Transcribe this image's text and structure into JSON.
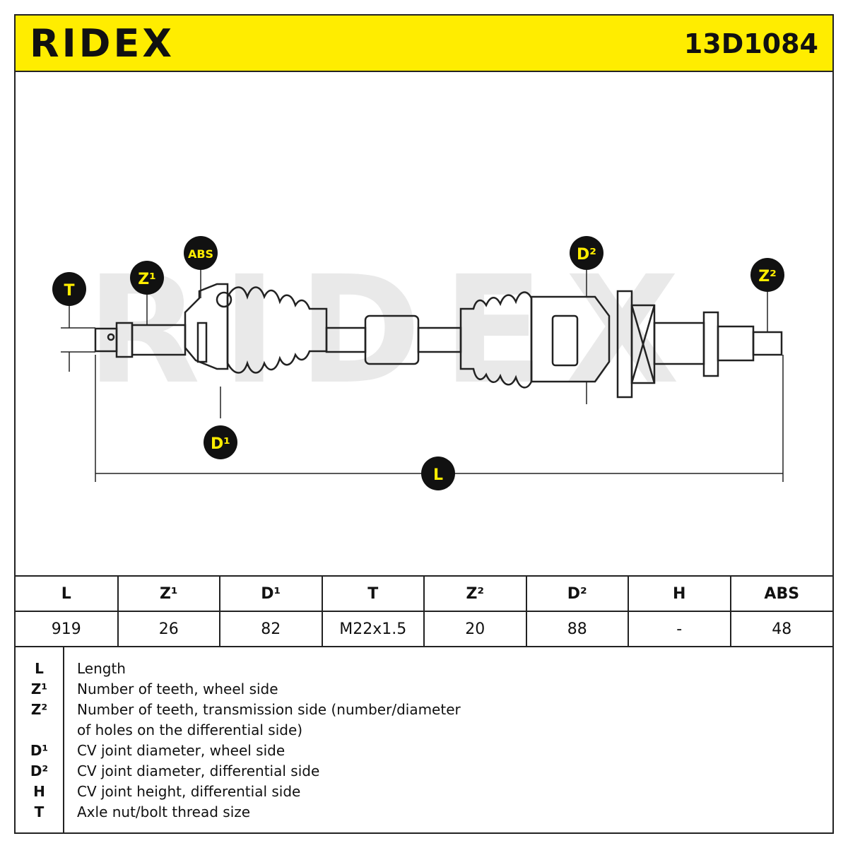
{
  "header": {
    "brand": "RIDEX",
    "part_number": "13D1084"
  },
  "watermark": "RIDEX",
  "callouts": {
    "T": "T",
    "Z1": "Z¹",
    "ABS": "ABS",
    "D1": "D¹",
    "D2": "D²",
    "Z2": "Z²",
    "L": "L"
  },
  "specs": {
    "headers": [
      "L",
      "Z¹",
      "D¹",
      "T",
      "Z²",
      "D²",
      "H",
      "ABS"
    ],
    "values": [
      "919",
      "26",
      "82",
      "M22x1.5",
      "20",
      "88",
      "-",
      "48"
    ]
  },
  "legend": [
    {
      "key": "L",
      "text": "Length"
    },
    {
      "key": "Z¹",
      "text": "Number of teeth, wheel side"
    },
    {
      "key": "Z²",
      "text": "Number of teeth, transmission side (number/diameter"
    },
    {
      "key": "",
      "text": "of holes on the differential side)"
    },
    {
      "key": "D¹",
      "text": "CV joint diameter, wheel side"
    },
    {
      "key": "D²",
      "text": "CV joint diameter, differential side"
    },
    {
      "key": "H",
      "text": "CV joint height, differential side"
    },
    {
      "key": "T",
      "text": "Axle nut/bolt thread size"
    }
  ],
  "colors": {
    "accent": "#ffed00",
    "line": "#222222",
    "bubble": "#111111",
    "watermark": "#e8e8e8"
  }
}
